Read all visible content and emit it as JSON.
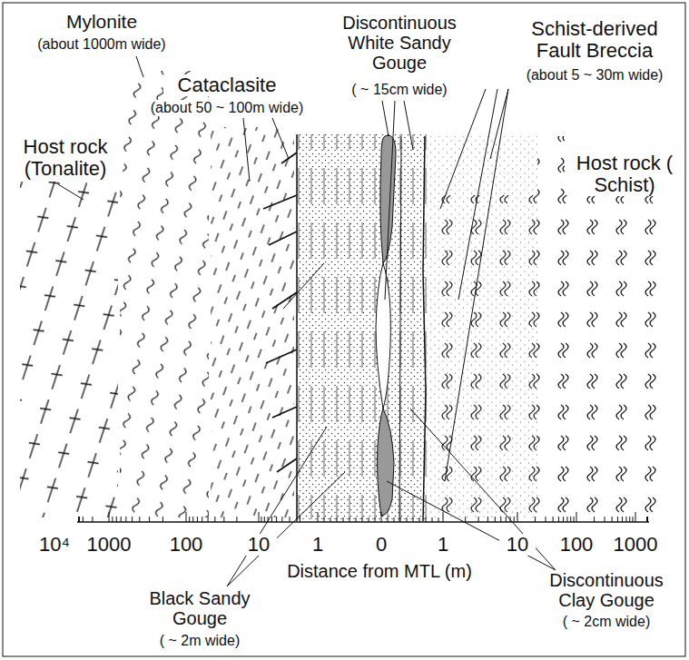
{
  "diagram": {
    "labels": [
      "Mylonite",
      "(about 1000m wide)",
      "Discontinuous White Sandy Gouge",
      "( ~ 15cm wide)",
      "Schist-derived Fault Breccia",
      "(about 5 ~ 30m wide)",
      "Host rock (Tonalite)",
      "Cataclasite",
      "(about 50 ~ 100m wide)",
      "Host rock ( Schist)",
      "10⁴",
      "1000",
      "100",
      "10",
      "1",
      "0",
      "1",
      "10",
      "100",
      "1000",
      "Distance from MTL (m)",
      "Black Sandy Gouge",
      "( ~ 2m wide)",
      "Discontinuous Clay Gouge",
      "( ~ 2cm wide)"
    ]
  }
}
